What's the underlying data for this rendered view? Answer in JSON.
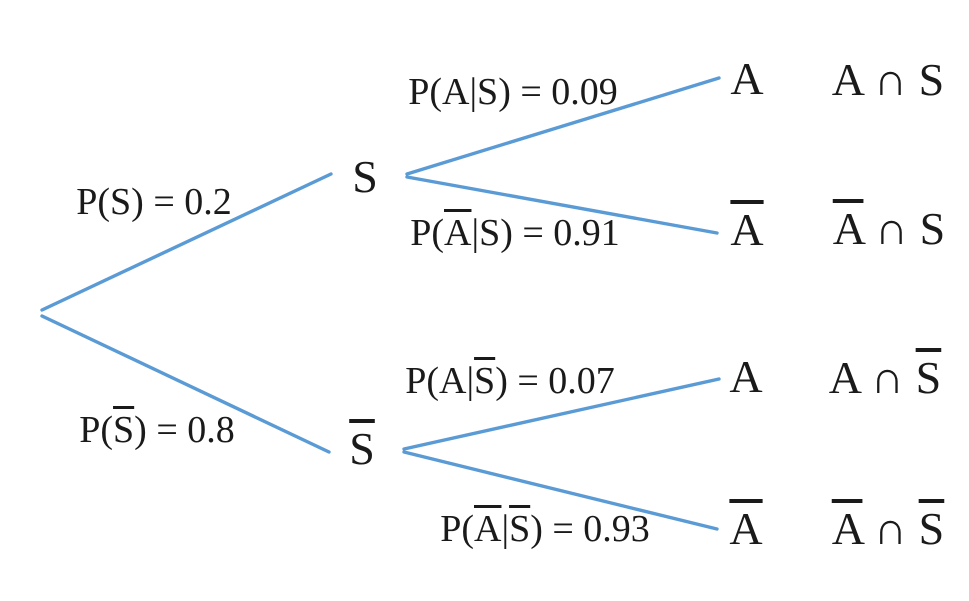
{
  "colors": {
    "background": "#FFFFFF",
    "line": "#5B9BD5",
    "text": "#1A1A1A"
  },
  "tree": {
    "type": "probability-tree",
    "level1": {
      "s": {
        "probability": 0.2,
        "label": {
          "t1": "P(S) = 0.2"
        },
        "node": {
          "t1": "S"
        }
      },
      "sbar": {
        "probability": 0.8,
        "label": {
          "t1": "P(",
          "b1": "S",
          "t2": ") = 0.8"
        },
        "node": {
          "b1": "S"
        }
      }
    },
    "level2": {
      "a_given_s": {
        "probability": 0.09,
        "label": {
          "t1": "P(A|S) = 0.09"
        },
        "node": {
          "t1": "A"
        },
        "outcome": {
          "t1": "A ∩ S"
        }
      },
      "abar_given_s": {
        "probability": 0.91,
        "label": {
          "t1": "P(",
          "b1": "A",
          "t2": "|S) = 0.91"
        },
        "node": {
          "b1": "A"
        },
        "outcome": {
          "b1": "A",
          "t2": " ∩ S"
        }
      },
      "a_given_sbar": {
        "probability": 0.07,
        "label": {
          "t1": "P(A|",
          "b1": "S",
          "t2": ") = 0.07"
        },
        "node": {
          "t1": "A"
        },
        "outcome": {
          "t1": "A ∩ ",
          "b2": "S"
        }
      },
      "abar_given_sbar": {
        "probability": 0.93,
        "label": {
          "t1": "P(",
          "b1": "A",
          "t2": "|",
          "b2": "S",
          "t3": ") = 0.93"
        },
        "node": {
          "b1": "A"
        },
        "outcome": {
          "b1": "A",
          "t2": " ∩ ",
          "b2": "S"
        }
      }
    }
  }
}
